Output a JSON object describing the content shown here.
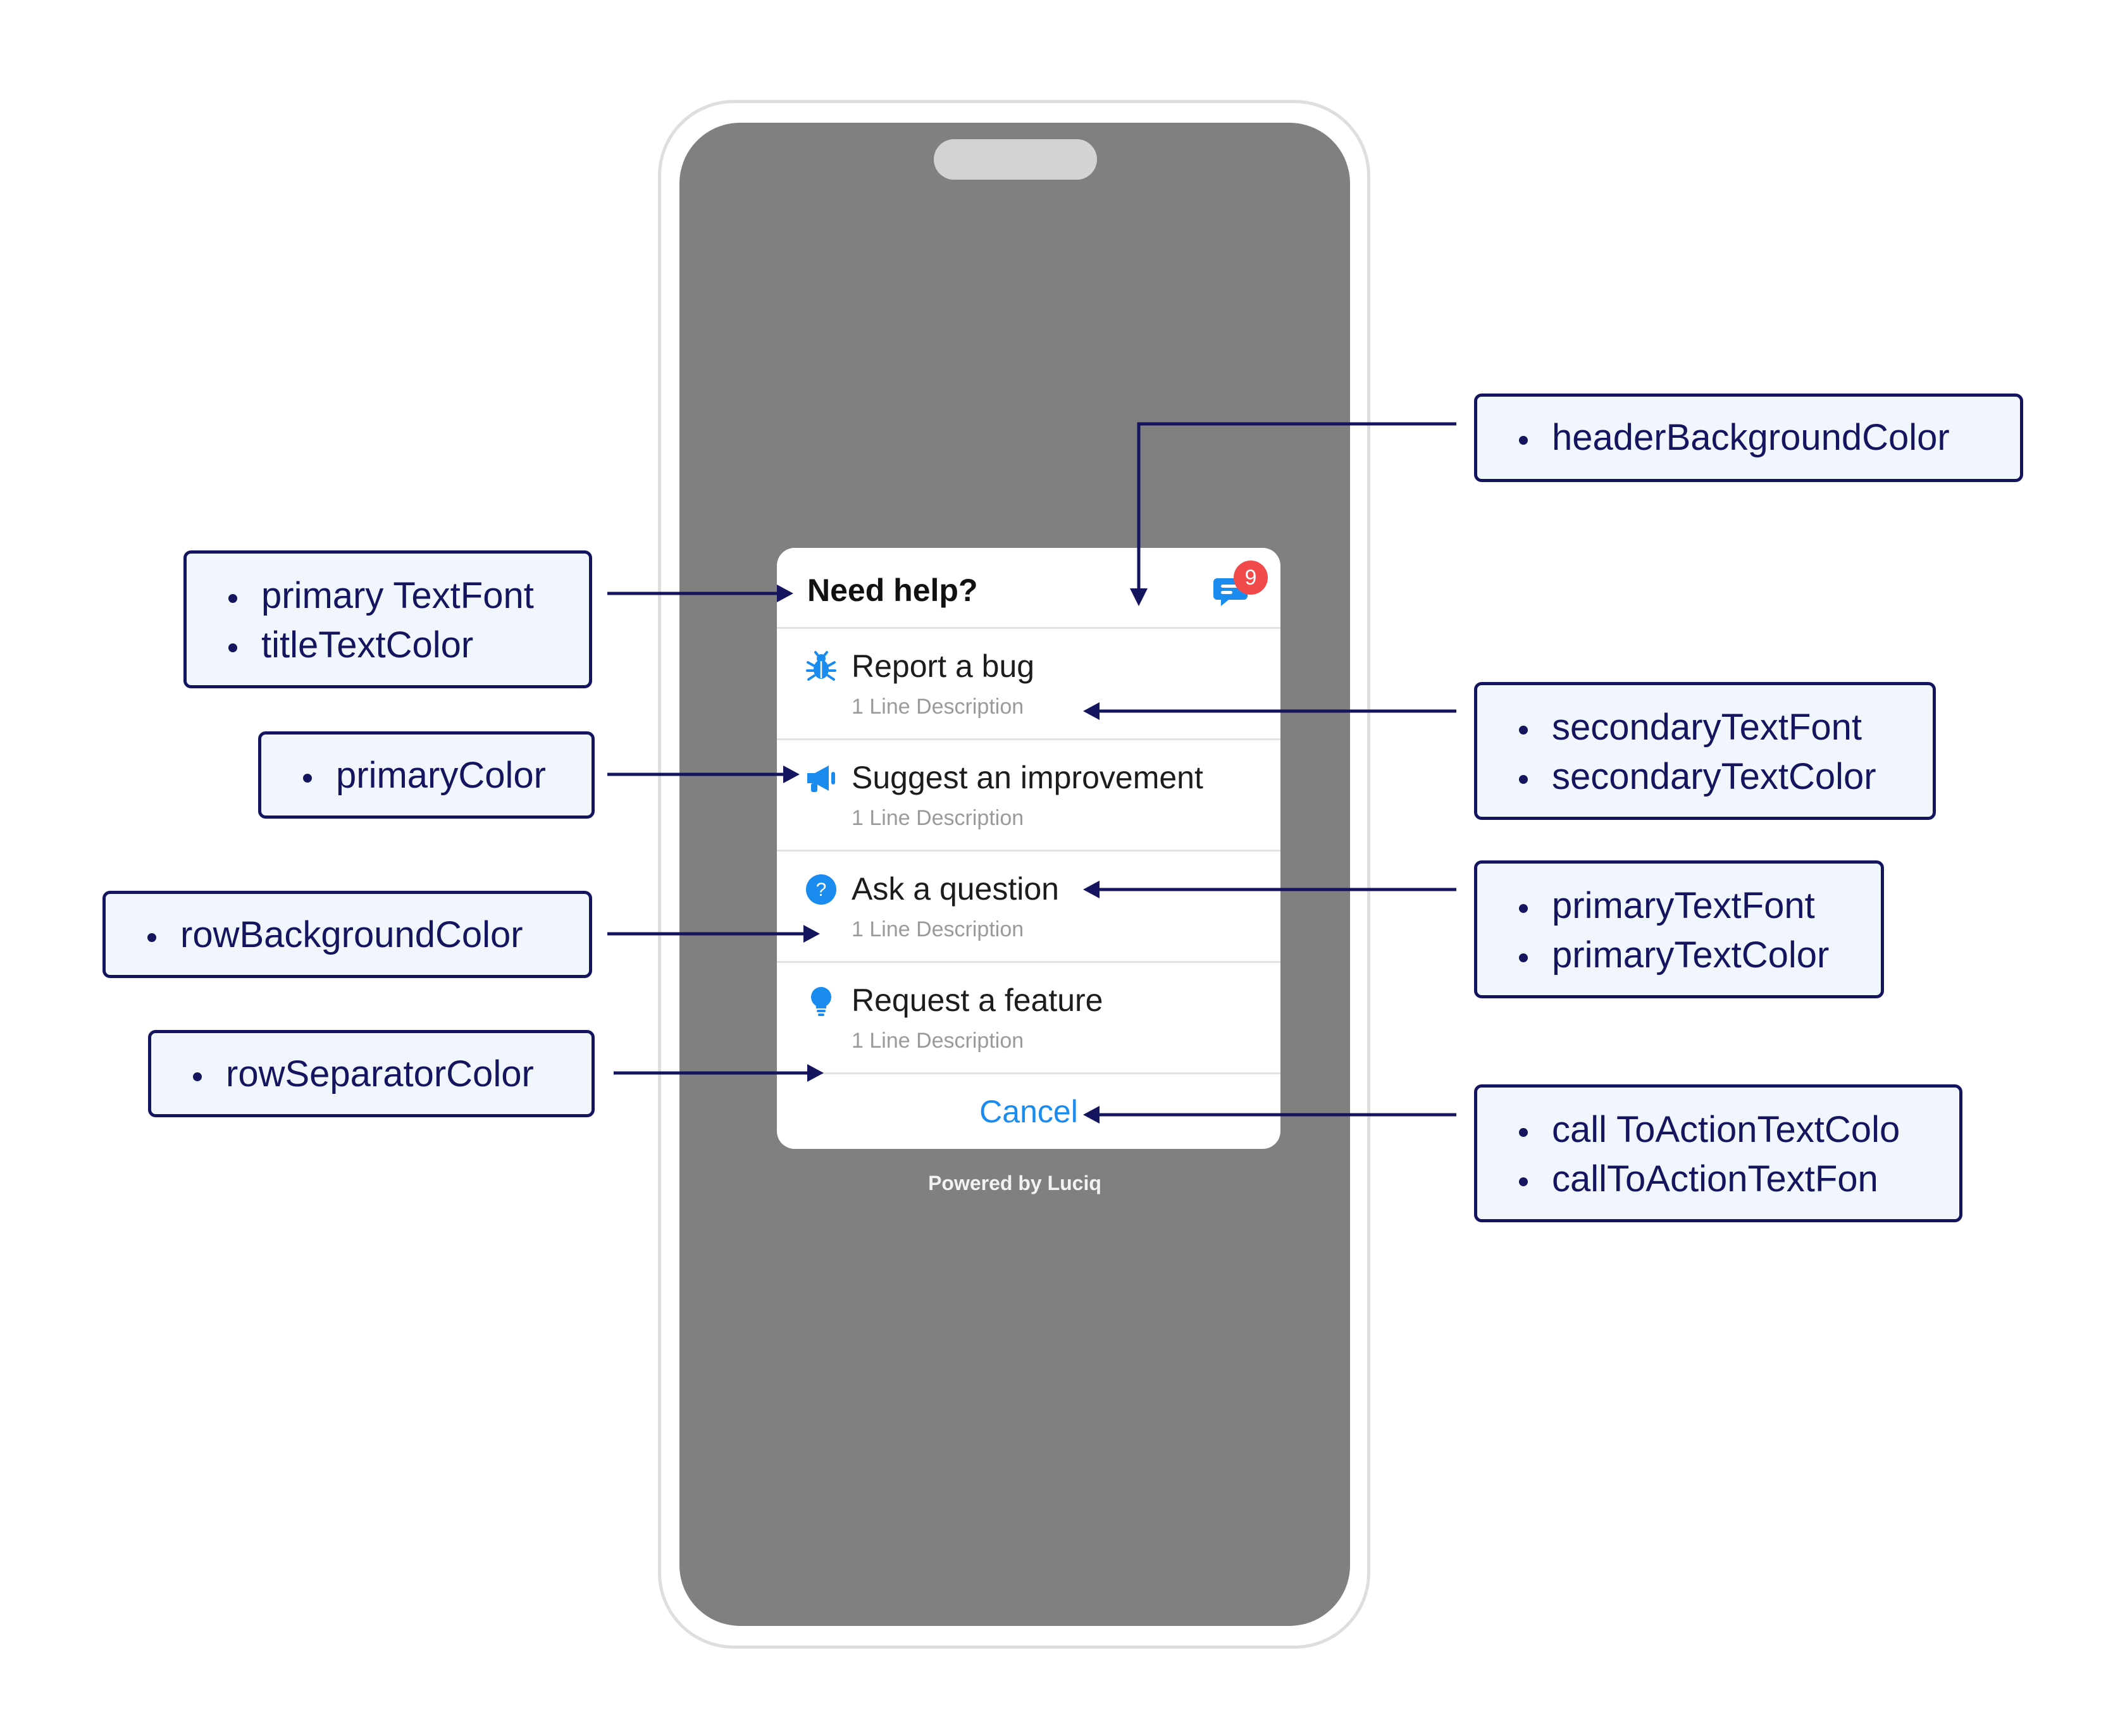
{
  "colors": {
    "accent": "#1a8cf0",
    "callout_border": "#14155e",
    "callout_bg": "#f1f6fd",
    "screen_bg": "#808080",
    "badge": "#f24a4a"
  },
  "sheet": {
    "title": "Need help?",
    "badge_count": "9",
    "rows": [
      {
        "icon": "bug-icon",
        "title": "Report a bug",
        "description": "1 Line Description"
      },
      {
        "icon": "megaphone-icon",
        "title": "Suggest an improvement",
        "description": "1 Line Description"
      },
      {
        "icon": "question-icon",
        "title": "Ask a question",
        "description": "1 Line Description"
      },
      {
        "icon": "lightbulb-icon",
        "title": "Request a feature",
        "description": "1 Line Description"
      }
    ],
    "cancel_label": "Cancel",
    "powered_by": "Powered by Luciq"
  },
  "callouts": {
    "title_font": [
      "primary TextFont",
      "titleTextColor"
    ],
    "primary_color": [
      "primaryColor"
    ],
    "row_background": [
      "rowBackgroundColor"
    ],
    "row_separator": [
      "rowSeparatorColor"
    ],
    "header_background": [
      "headerBackgroundColor"
    ],
    "secondary_text": [
      "secondaryTextFont",
      "secondaryTextColor"
    ],
    "primary_text": [
      "primaryTextFont",
      "primaryTextColor"
    ],
    "call_to_action": [
      "call ToActionTextColo",
      "callToActionTextFon"
    ]
  }
}
